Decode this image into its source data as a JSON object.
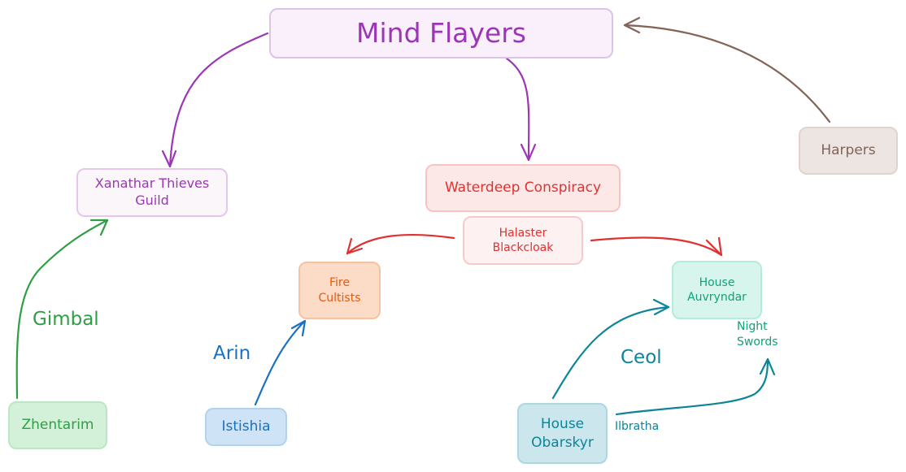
{
  "nodes": {
    "mind_flayers": "Mind Flayers",
    "xanathar": [
      "Xanathar Thieves",
      "Guild"
    ],
    "waterdeep": "Waterdeep Conspiracy",
    "halaster": [
      "Halaster",
      "Blackcloak"
    ],
    "harpers": "Harpers",
    "fire_cultists": [
      "Fire",
      "Cultists"
    ],
    "house_auvryndar": [
      "House",
      "Auvryndar"
    ],
    "zhentarim": "Zhentarim",
    "istishia": "Istishia",
    "house_obarskyr": [
      "House",
      "Obarskyr"
    ]
  },
  "labels": {
    "gimbal": "Gimbal",
    "arin": "Arin",
    "ceol": "Ceol",
    "night_swords": [
      "Night",
      "Swords"
    ],
    "ilbratha": "Ilbratha"
  },
  "colors": {
    "purple": "#9c36b5",
    "red": "#e03131",
    "orange": "#e8590c",
    "green": "#2f9e44",
    "blue": "#1971c2",
    "teal": "#0c8599",
    "teal_text": "#12a17a",
    "brown": "#846358"
  }
}
